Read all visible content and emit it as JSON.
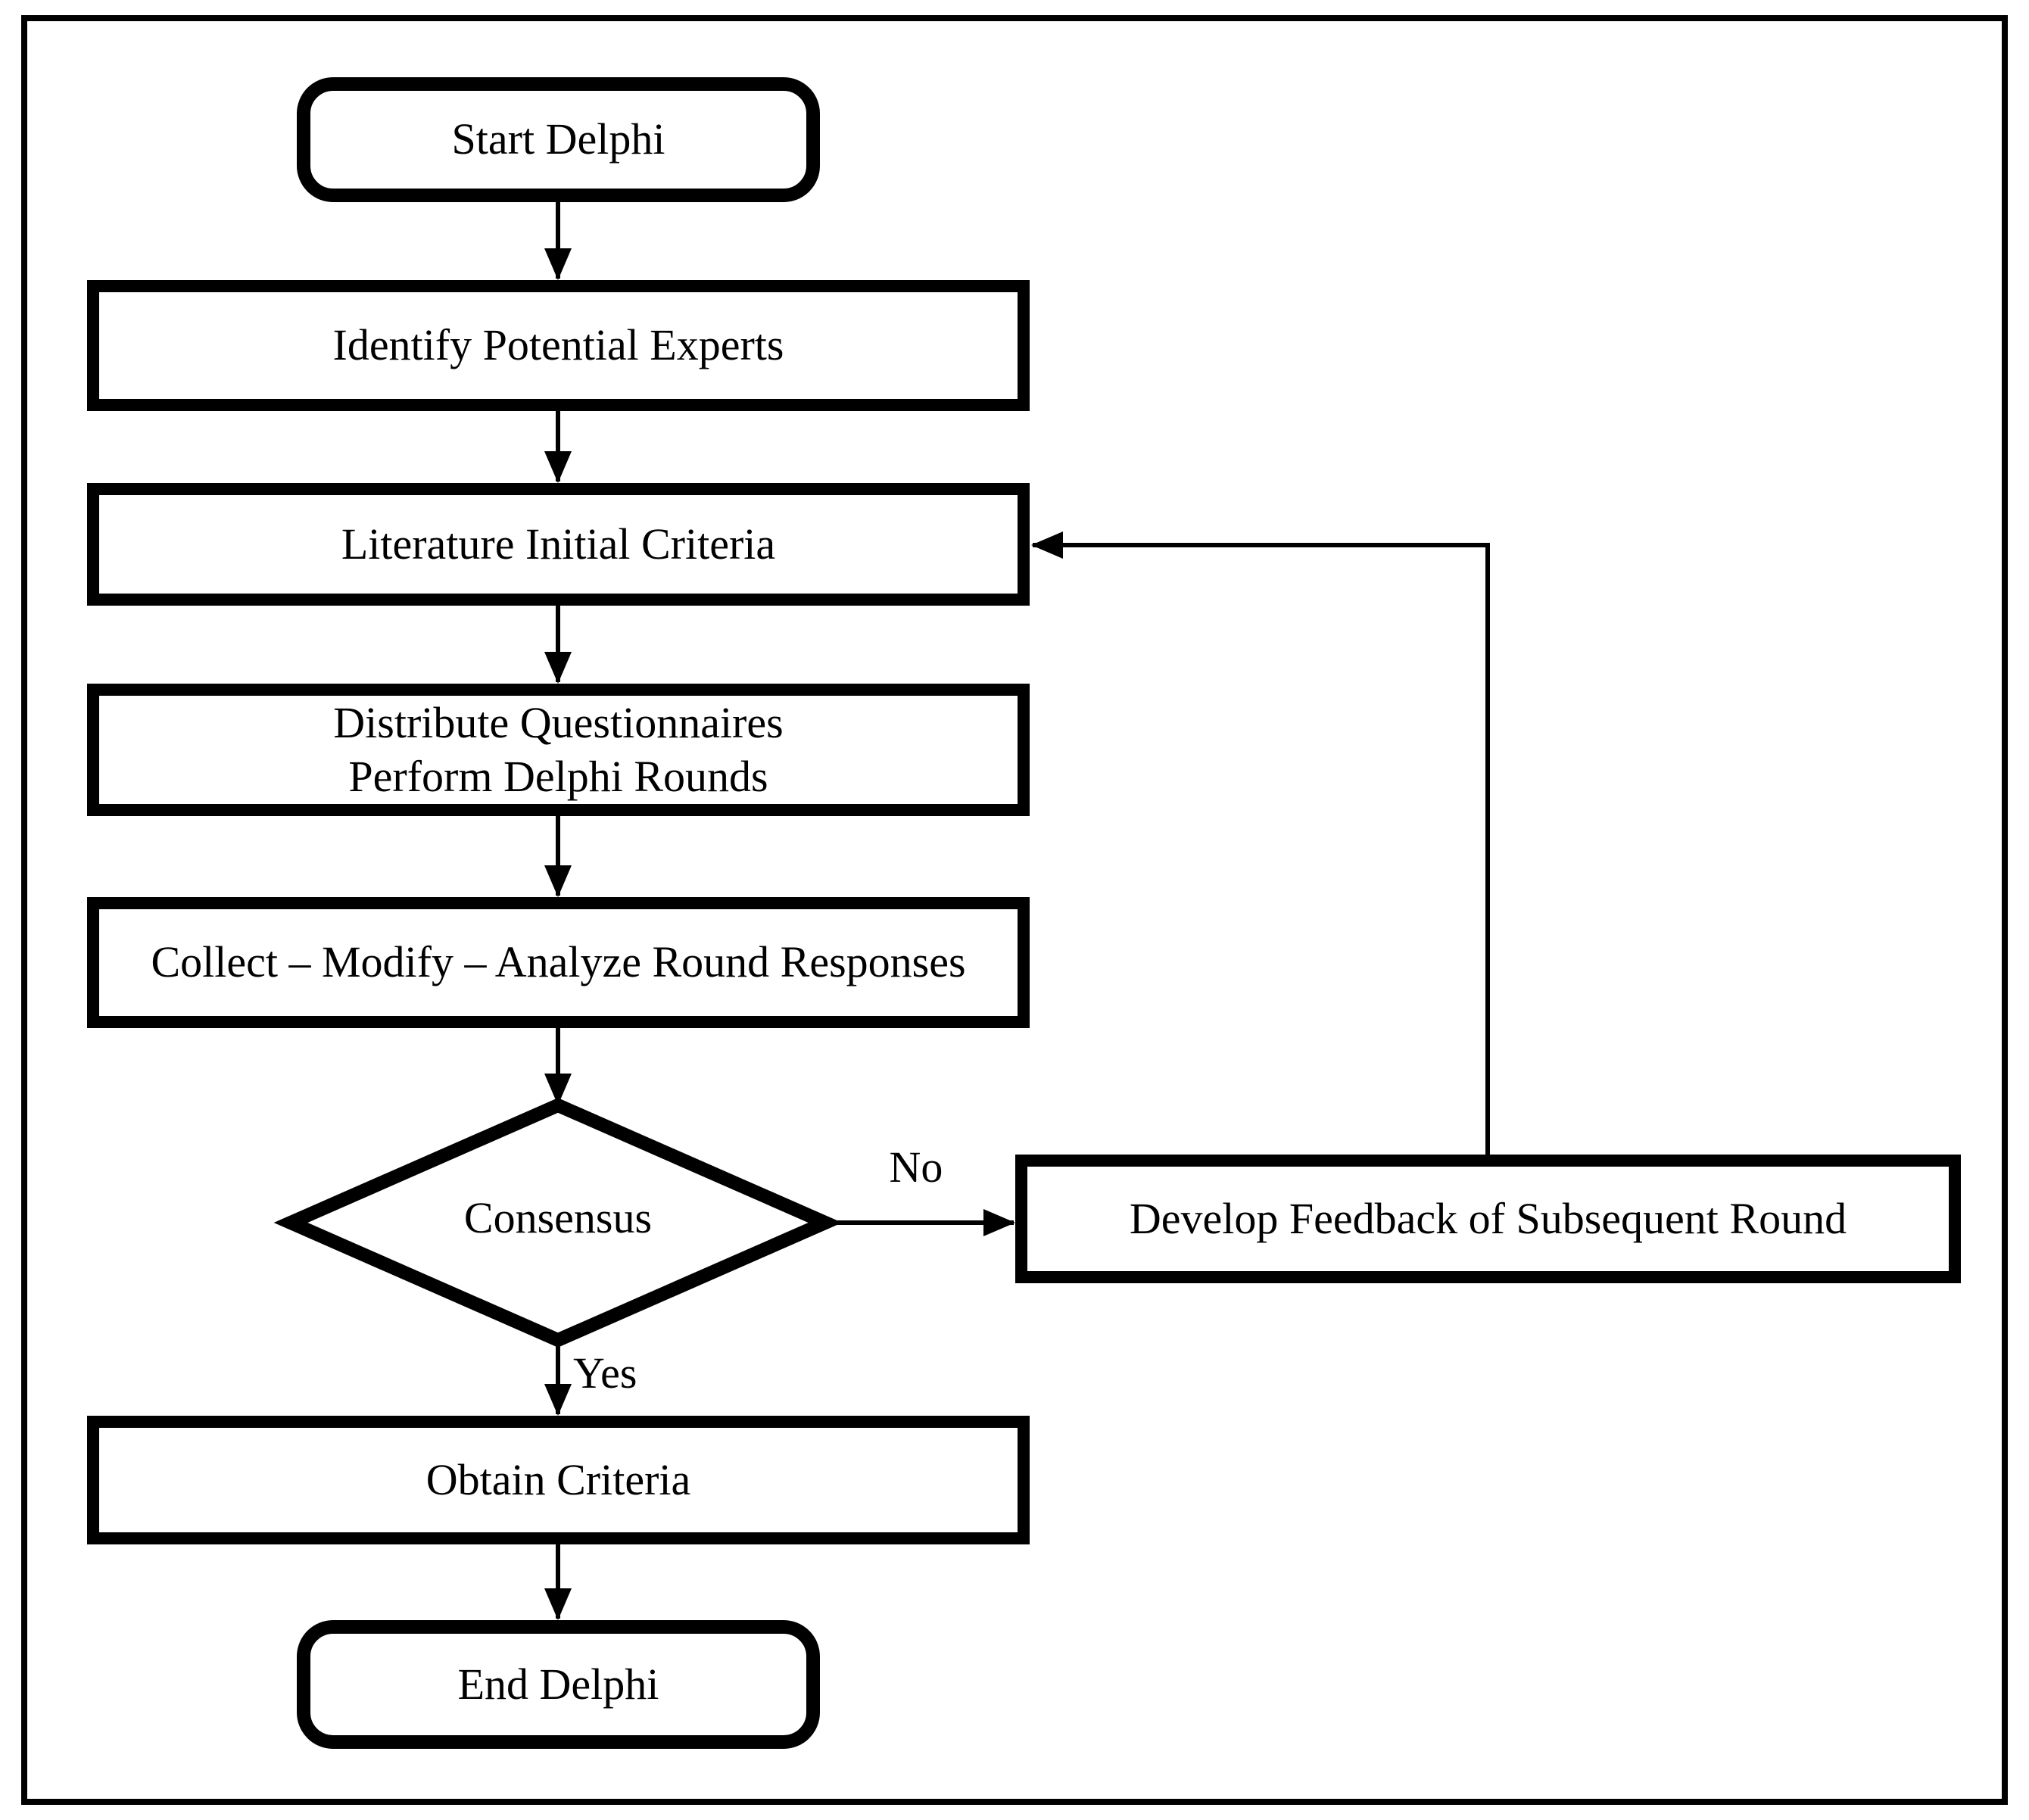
{
  "flowchart": {
    "nodes": {
      "start": {
        "label": "Start Delphi",
        "type": "terminator"
      },
      "identify_experts": {
        "label": "Identify Potential Experts",
        "type": "process"
      },
      "literature_criteria": {
        "label": "Literature Initial Criteria",
        "type": "process"
      },
      "distribute_questionnaires": {
        "line1": "Distribute Questionnaires",
        "line2": "Perform Delphi Rounds",
        "type": "process"
      },
      "collect_responses": {
        "label": "Collect – Modify – Analyze Round Responses",
        "type": "process"
      },
      "consensus": {
        "label": "Consensus",
        "type": "decision"
      },
      "develop_feedback": {
        "label": "Develop Feedback of Subsequent Round",
        "type": "process"
      },
      "obtain_criteria": {
        "label": "Obtain Criteria",
        "type": "process"
      },
      "end": {
        "label": "End Delphi",
        "type": "terminator"
      }
    },
    "edge_labels": {
      "no": "No",
      "yes": "Yes"
    },
    "colors": {
      "stroke": "#000000",
      "fill": "#ffffff"
    }
  }
}
